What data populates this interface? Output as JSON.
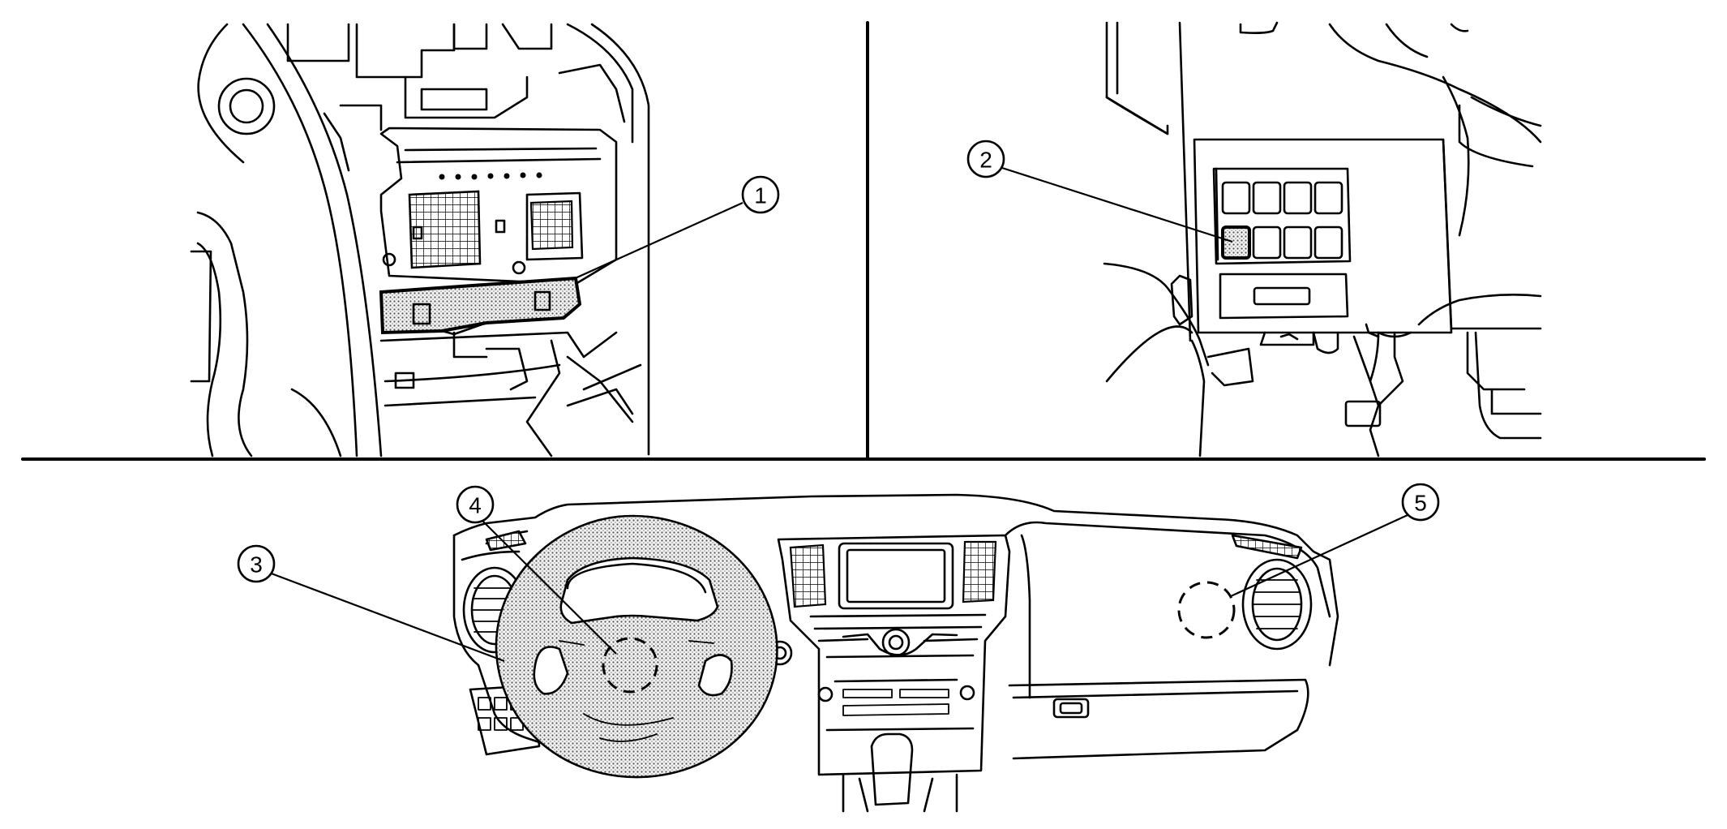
{
  "callouts": [
    {
      "id": "c1",
      "label": "1"
    },
    {
      "id": "c2",
      "label": "2"
    },
    {
      "id": "c3",
      "label": "3"
    },
    {
      "id": "c4",
      "label": "4"
    },
    {
      "id": "c5",
      "label": "5"
    }
  ],
  "colors": {
    "line": "#000000",
    "background": "#ffffff",
    "fill": "#dcdcdc"
  }
}
